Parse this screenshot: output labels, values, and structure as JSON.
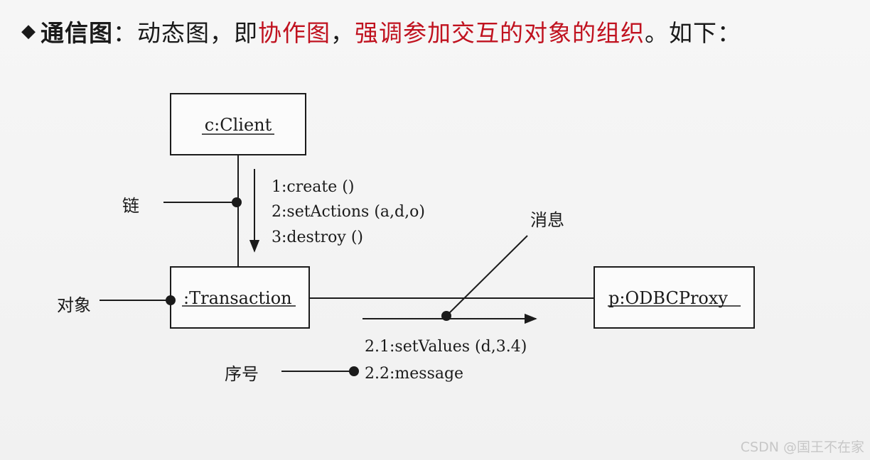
{
  "header": {
    "bullet": "◆",
    "term": "通信图",
    "colon": "：",
    "text1": "动态图，即",
    "highlight1": "协作图",
    "text2": "，",
    "highlight2": "强调参加交互的对象的组织",
    "text3": "。如下："
  },
  "diagram": {
    "objects": {
      "client": "c:Client",
      "transaction": ":Transaction",
      "proxy": "p:ODBCProxy"
    },
    "messages": {
      "m1": "1:create ()",
      "m2": "2:setActions  (a,d,o)",
      "m3": "3:destroy ()",
      "m21": "2.1:setValues  (d,3.4)",
      "m22": "2.2:message"
    },
    "annotations": {
      "link": "链",
      "object": "对象",
      "message": "消息",
      "sequence": "序号"
    }
  },
  "watermark": "CSDN @国王不在家"
}
